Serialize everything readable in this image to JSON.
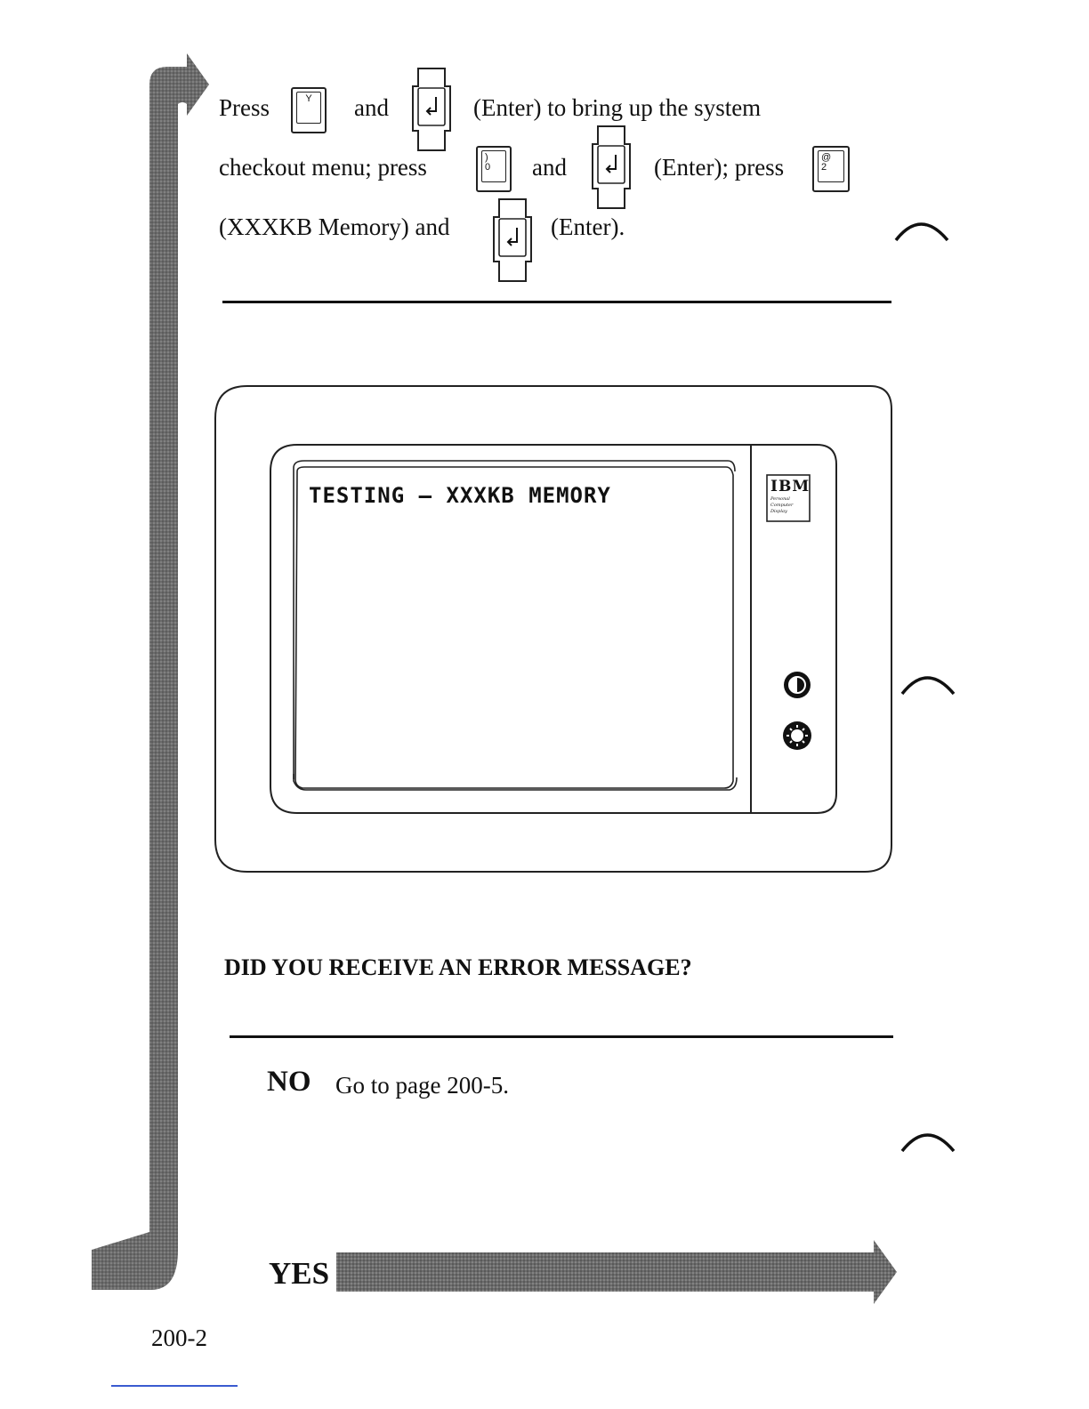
{
  "instructions": {
    "line1": {
      "press": "Press",
      "and": "and",
      "enter_tail": "(Enter) to bring up the system"
    },
    "line2": {
      "lead": "checkout menu; press",
      "and": "and",
      "enter_press": "(Enter); press"
    },
    "line3": {
      "lead": "(XXXKB Memory) and",
      "enter_tail": "(Enter)."
    },
    "keys": {
      "y_key": "Y",
      "zero_key_top": ")",
      "zero_key_bottom": "0",
      "two_key_top": "@",
      "two_key_bottom": "2"
    }
  },
  "monitor": {
    "screen_text": "TESTING – XXXKB MEMORY",
    "brand": "IBM",
    "brand_sub": [
      "Personal",
      "Computer",
      "Display"
    ]
  },
  "question": "DID YOU RECEIVE AN ERROR MESSAGE?",
  "answers": {
    "no_label": "NO",
    "no_text": "Go to page 200-5.",
    "yes_label": "YES"
  },
  "page_number": "200-2",
  "icons": [
    "enter-key-icon",
    "contrast-knob-icon",
    "brightness-knob-icon"
  ]
}
